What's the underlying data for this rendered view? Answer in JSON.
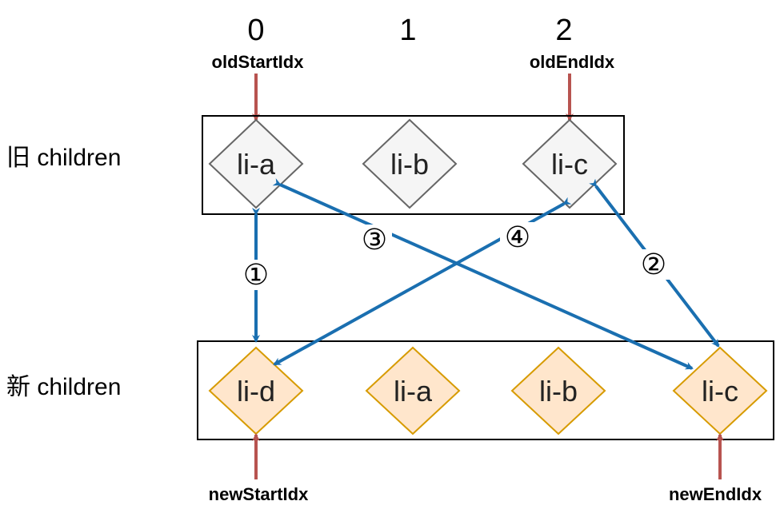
{
  "index_labels": [
    "0",
    "1",
    "2"
  ],
  "pointers": {
    "old_start": "oldStartIdx",
    "old_end": "oldEndIdx",
    "new_start": "newStartIdx",
    "new_end": "newEndIdx"
  },
  "rows": {
    "old_label": "旧 children",
    "new_label": "新 children"
  },
  "old_nodes": [
    "li-a",
    "li-b",
    "li-c"
  ],
  "new_nodes": [
    "li-d",
    "li-a",
    "li-b",
    "li-c"
  ],
  "steps": [
    "①",
    "②",
    "③",
    "④"
  ],
  "colors": {
    "old_fill": "#f5f5f5",
    "old_stroke": "#666666",
    "new_fill": "#ffe6cc",
    "new_stroke": "#d79b00",
    "compare_arrow": "#1a6fb0",
    "pointer_arrow": "#b85450"
  }
}
